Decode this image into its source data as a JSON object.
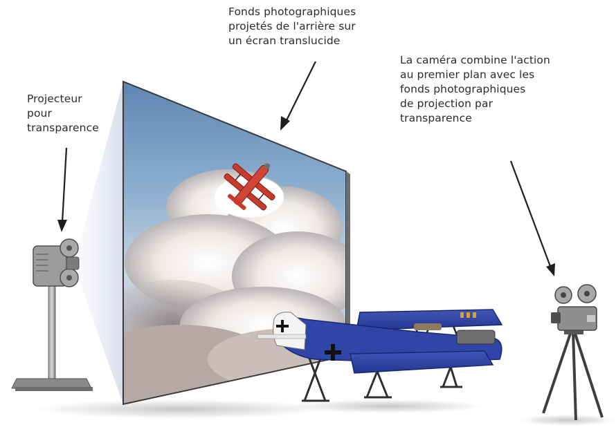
{
  "labels": {
    "projector": "Projecteur\npour\ntransparence",
    "screen": "Fonds photographiques\nprojetés de l'arrière sur\nun écran translucide",
    "camera": "La caméra combine l'action\nau premier plan avec les\nfonds photographiques\nde projection par\ntransparence"
  },
  "colors": {
    "plane_blue": "#2f45a8",
    "plane_red": "#c83a2c",
    "sky_blue": "#6a8fb8",
    "equipment_gray": "#7c7c7c"
  },
  "icons": [
    "projector-icon",
    "camera-icon",
    "biplane-icon",
    "tripod-icon"
  ]
}
